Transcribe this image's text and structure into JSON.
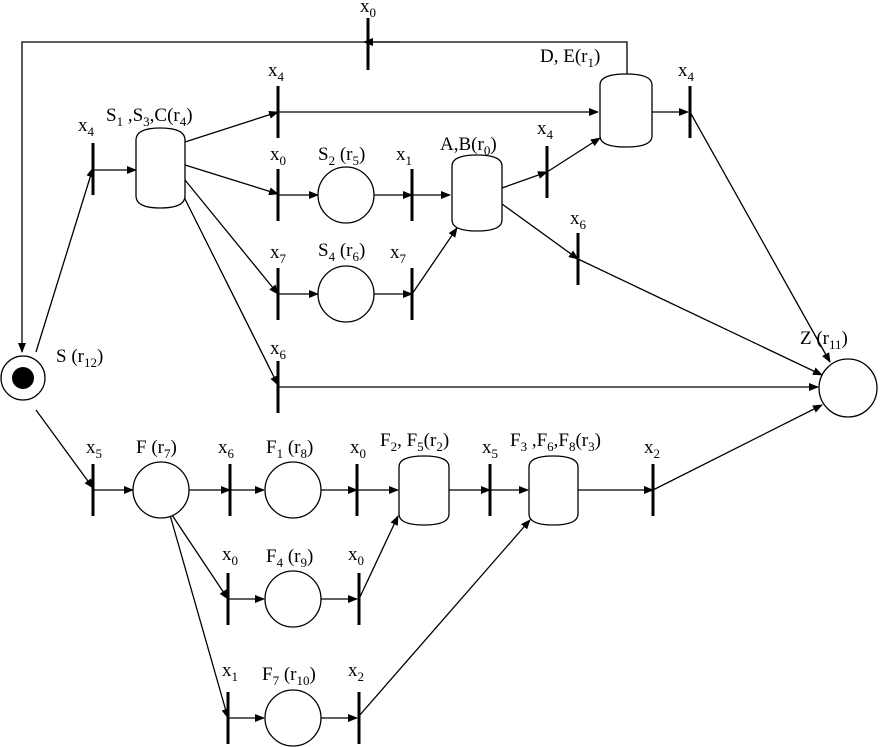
{
  "places": {
    "S": {
      "name": "S",
      "sub": "",
      "rest": " (r",
      "rsub": "12",
      "close": ")"
    },
    "S1": {
      "name": "S",
      "sub": "1",
      "rest": " ,S",
      "sub2": "3",
      "rest2": ",C(r",
      "rsub": "4",
      "close": ")"
    },
    "S2": {
      "name": "S",
      "sub": "2",
      "rest": " (r",
      "rsub": "5",
      "close": ")"
    },
    "S4": {
      "name": "S",
      "sub": "4",
      "rest": " (r",
      "rsub": "6",
      "close": ")"
    },
    "AB": {
      "name": "A,B(r",
      "rsub": "0",
      "close": ")"
    },
    "DE": {
      "name": "D, E(r",
      "rsub": "1",
      "close": ")"
    },
    "Z": {
      "name": "Z (r",
      "rsub": "11",
      "close": ")"
    },
    "F": {
      "name": "F  (r",
      "rsub": "7",
      "close": ")"
    },
    "F1": {
      "name": "F",
      "sub": "1",
      "rest": " (r",
      "rsub": "8",
      "close": ")"
    },
    "F4": {
      "name": "F",
      "sub": "4",
      "rest": " (r",
      "rsub": "9",
      "close": ")"
    },
    "F7": {
      "name": "F",
      "sub": "7",
      "rest": " (r",
      "rsub": "10",
      "close": ")"
    },
    "F25": {
      "name": "F",
      "sub": "2",
      "rest": ", F",
      "sub2": "5",
      "rest2": "(r",
      "rsub": "2",
      "close": ")"
    },
    "F368": {
      "name": "F",
      "sub": "3",
      "rest": " ,F",
      "sub2": "6",
      "rest2": ",F",
      "sub3": "8",
      "rest3": "(r",
      "rsub": "3",
      "close": ")"
    }
  },
  "transitions": {
    "x": "x",
    "t_top_x0": "0",
    "t_s_up_x4": "4",
    "t_top_x4": "4",
    "t_x0_a": "0",
    "t_x1": "1",
    "t_x4_ab": "4",
    "t_x4_de": "4",
    "t_x7_a": "7",
    "t_x7_b": "7",
    "t_x6_mid": "6",
    "t_x6_ab": "6",
    "t_x5_s": "5",
    "t_x6_f": "6",
    "t_x0_f1": "0",
    "t_x5_f25": "5",
    "t_x2_f368": "2",
    "t_x0_f4a": "0",
    "t_x0_f4b": "0",
    "t_x1_f7": "1",
    "t_x2_f7": "2"
  }
}
